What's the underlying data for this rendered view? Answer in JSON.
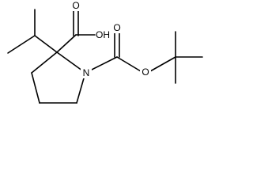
{
  "molecule": {
    "atoms": {
      "carboxyl_oh": "OH",
      "carboxyl_o": "O",
      "ring_n": "N",
      "carbamate_o_double": "O",
      "carbamate_o_single": "O"
    }
  },
  "colors": {
    "bond": "#000000",
    "background": "#ffffff"
  }
}
